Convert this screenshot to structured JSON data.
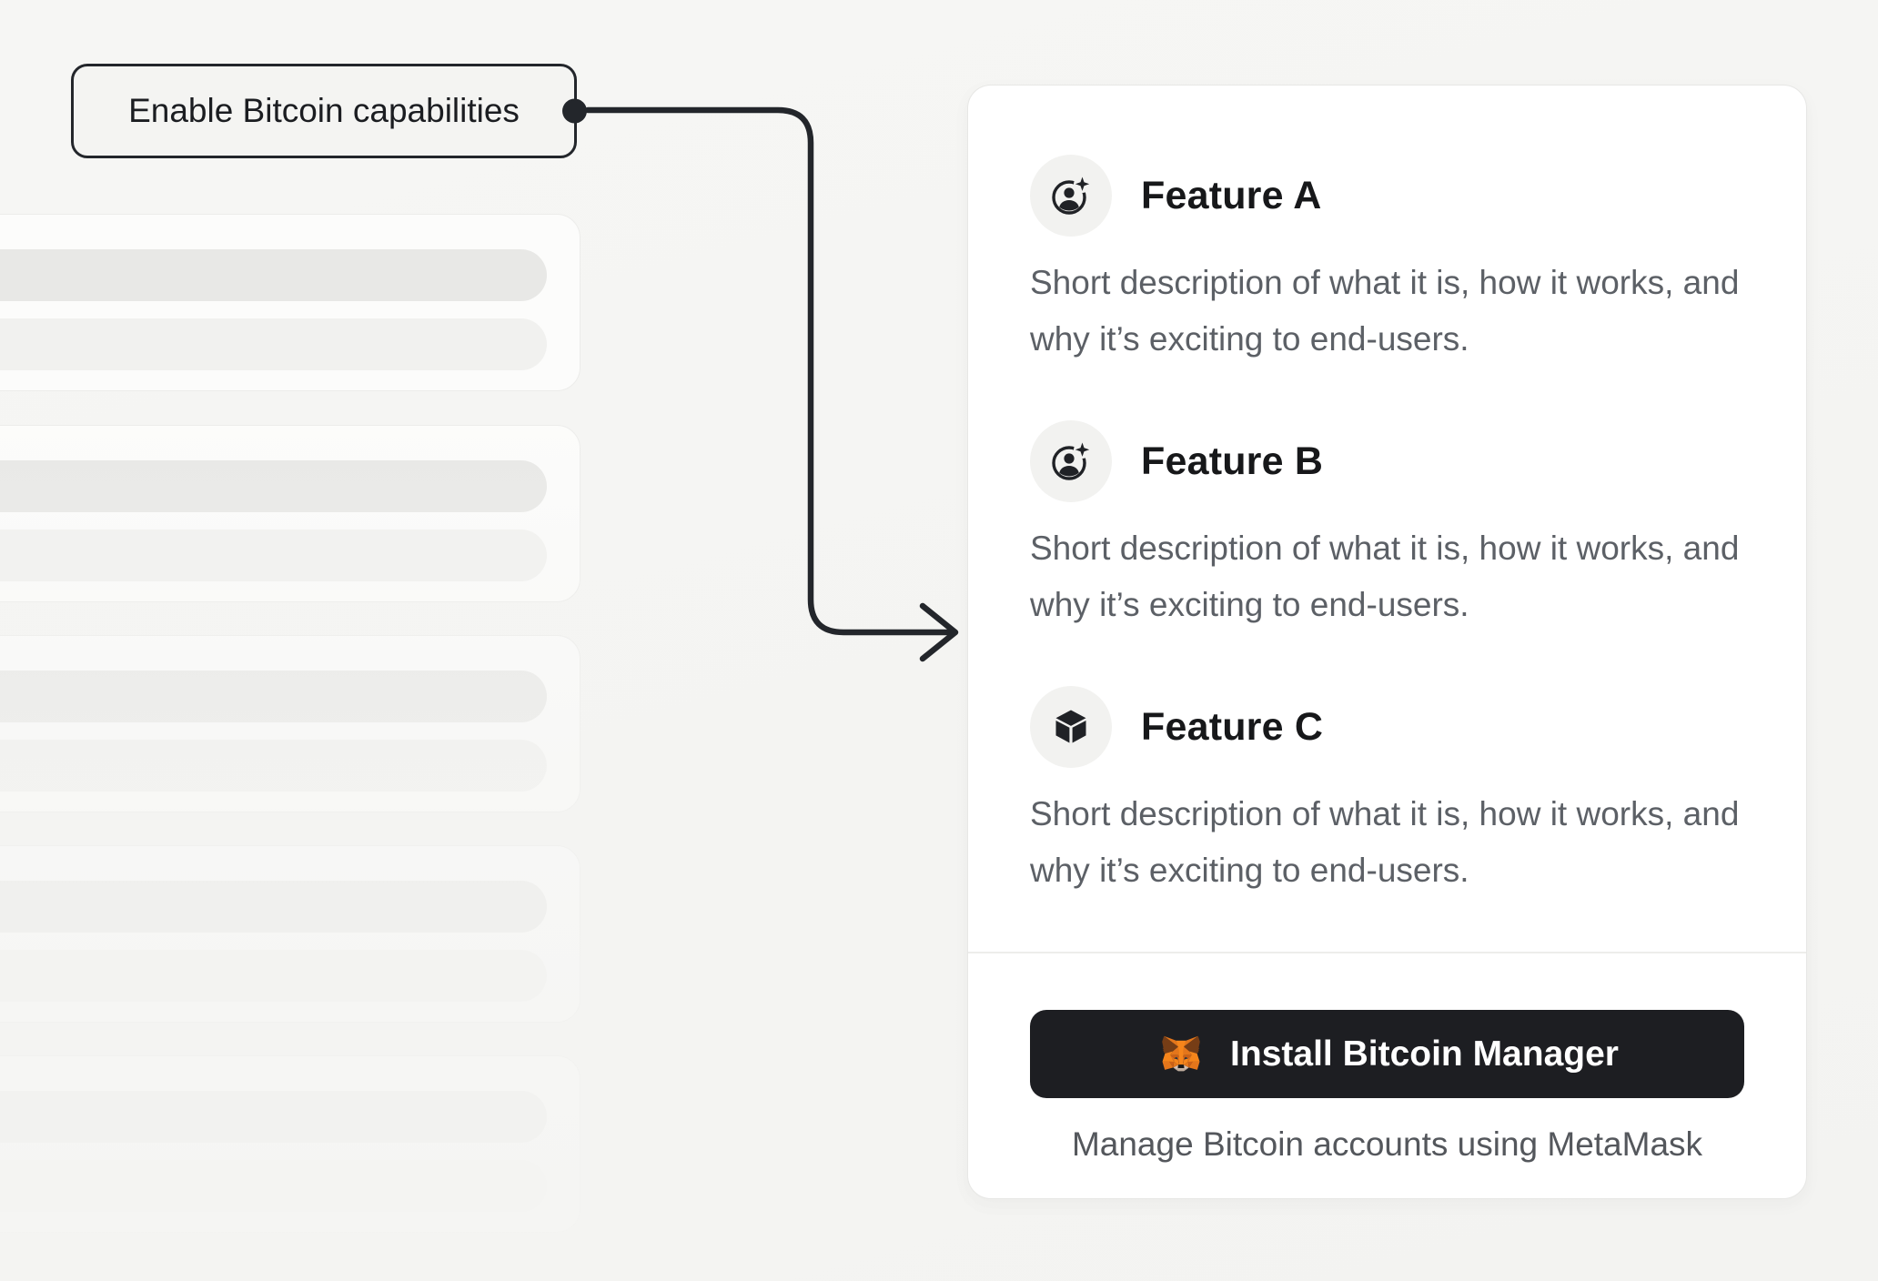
{
  "callout": {
    "label": "Enable Bitcoin capabilities"
  },
  "card": {
    "features": [
      {
        "icon": "account-sparkle-icon",
        "title": "Feature A",
        "description": "Short description of what it is, how it works, and why it’s exciting to end-users."
      },
      {
        "icon": "account-sparkle-icon",
        "title": "Feature B",
        "description": "Short description of what it is, how it works, and why it’s exciting to end-users."
      },
      {
        "icon": "cube-icon",
        "title": "Feature C",
        "description": "Short description of what it is, how it works, and why it’s exciting to end-users."
      }
    ],
    "install_button": {
      "label": "Install Bitcoin Manager",
      "icon": "metamask-fox-icon"
    },
    "caption": "Manage Bitcoin accounts using MetaMask"
  },
  "colors": {
    "background": "#f4f4f2",
    "card_background": "#ffffff",
    "button_dark": "#1d1e22",
    "text_primary": "#17181a",
    "text_secondary": "#5c6066",
    "connector": "#23262b",
    "metamask_orange": "#f6851b"
  }
}
